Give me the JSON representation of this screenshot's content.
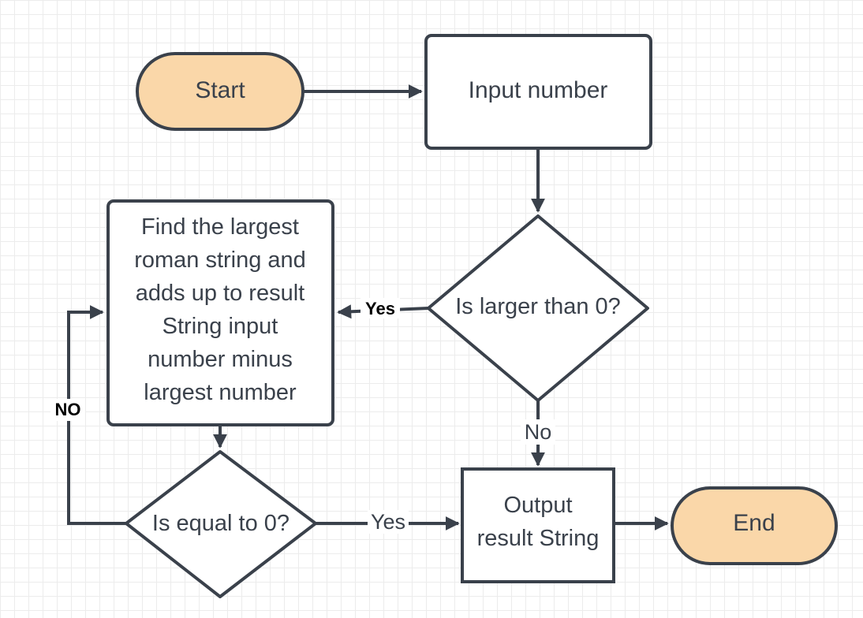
{
  "colors": {
    "terminal_fill": "#fad7a9",
    "box_fill": "#ffffff",
    "outline": "#3a414b",
    "text": "#3a414b",
    "grid": "#ececec"
  },
  "nodes": {
    "start": {
      "text": "Start"
    },
    "input": {
      "text": "Input number"
    },
    "decision_larger": {
      "text": "Is larger than 0?"
    },
    "process": {
      "lines": [
        "Find the largest",
        "roman string and",
        "adds up to result",
        "String input",
        "number minus",
        "largest number"
      ]
    },
    "decision_equal": {
      "text": "Is equal to 0?"
    },
    "output": {
      "lines": [
        "Output",
        "result String"
      ]
    },
    "end": {
      "text": "End"
    }
  },
  "edge_labels": {
    "larger_yes": "Yes",
    "larger_no": "No",
    "equal_yes": "Yes",
    "equal_no": "NO"
  }
}
